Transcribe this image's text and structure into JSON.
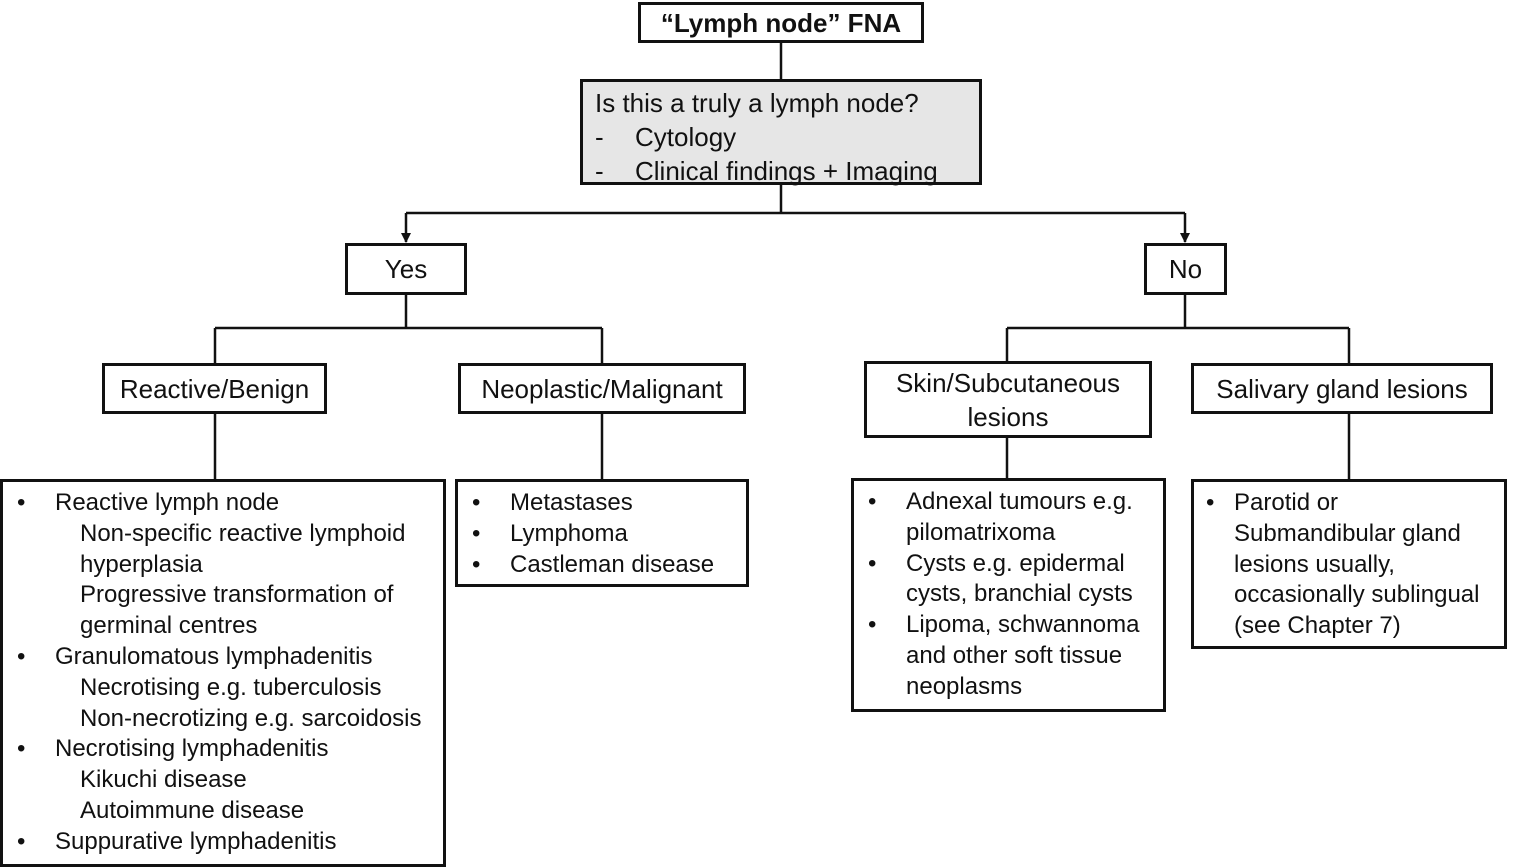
{
  "root": {
    "title": "“Lymph node” FNA"
  },
  "question": {
    "text": "Is this a truly a lymph node?",
    "criteria": [
      {
        "dash": "-",
        "text": "Cytology"
      },
      {
        "dash": "-",
        "text": "Clinical findings + Imaging"
      }
    ]
  },
  "yes": {
    "label": "Yes"
  },
  "no": {
    "label": "No"
  },
  "reactive": {
    "label": "Reactive/Benign",
    "items": [
      {
        "label": "Reactive lymph node",
        "subs": [
          "Non-specific reactive lymphoid",
          "hyperplasia",
          "Progressive transformation of",
          "germinal centres"
        ]
      },
      {
        "label": "Granulomatous lymphadenitis",
        "subs": [
          "Necrotising e.g. tuberculosis",
          "Non-necrotizing e.g. sarcoidosis"
        ]
      },
      {
        "label": "Necrotising lymphadenitis",
        "subs": [
          "Kikuchi disease",
          "Autoimmune disease"
        ]
      },
      {
        "label": "Suppurative lymphadenitis",
        "subs": []
      }
    ]
  },
  "neoplastic": {
    "label": "Neoplastic/Malignant",
    "items": [
      "Metastases",
      "Lymphoma",
      "Castleman disease"
    ]
  },
  "skin": {
    "label_lines": [
      "Skin/Subcutaneous",
      "lesions"
    ],
    "items": [
      [
        "Adnexal tumours e.g.",
        "pilomatrixoma"
      ],
      [
        "Cysts e.g. epidermal",
        "cysts, branchial cysts"
      ],
      [
        "Lipoma, schwannoma",
        "and other soft tissue",
        "neoplasms"
      ]
    ]
  },
  "salivary": {
    "label": "Salivary gland lesions",
    "items": [
      [
        "Parotid or",
        "Submandibular gland",
        "lesions usually,",
        "occasionally sublingual",
        "(see Chapter 7)"
      ]
    ]
  }
}
